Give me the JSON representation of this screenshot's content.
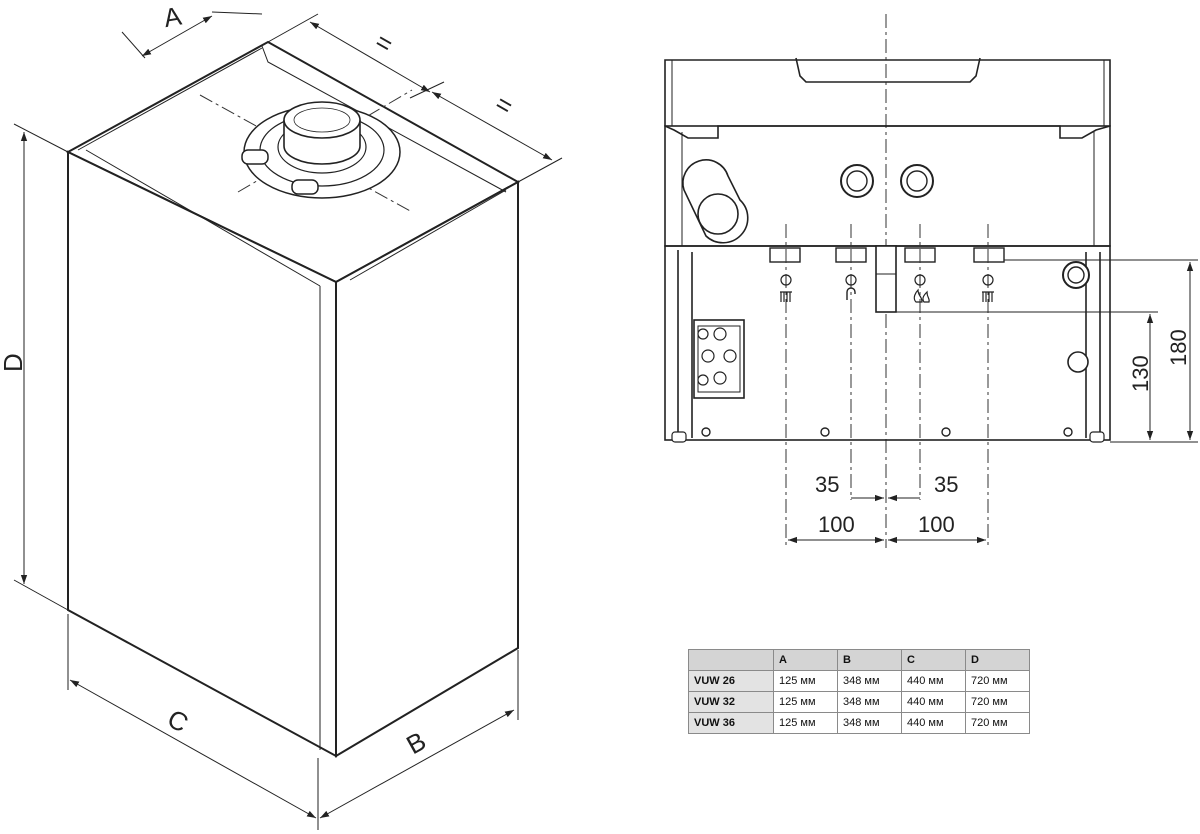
{
  "iso_view": {
    "labels": {
      "a": "A",
      "b": "B",
      "c": "C",
      "d": "D"
    },
    "equal_marks": [
      "=",
      "="
    ]
  },
  "front_view": {
    "dimensions": {
      "inner_left": "35",
      "inner_right": "35",
      "outer_left": "100",
      "outer_right": "100",
      "height_short": "130",
      "height_tall": "180"
    },
    "connection_icons": [
      "heating-flow-icon",
      "hot-water-icon",
      "gas-icon",
      "heating-return-icon"
    ]
  },
  "spec_table": {
    "headers": [
      "",
      "A",
      "B",
      "C",
      "D"
    ],
    "rows": [
      {
        "model": "VUW 26",
        "a": "125 мм",
        "b": "348 мм",
        "c": "440 мм",
        "d": "720 мм"
      },
      {
        "model": "VUW 32",
        "a": "125 мм",
        "b": "348 мм",
        "c": "440 мм",
        "d": "720 мм"
      },
      {
        "model": "VUW 36",
        "a": "125 мм",
        "b": "348 мм",
        "c": "440 мм",
        "d": "720 мм"
      }
    ]
  }
}
